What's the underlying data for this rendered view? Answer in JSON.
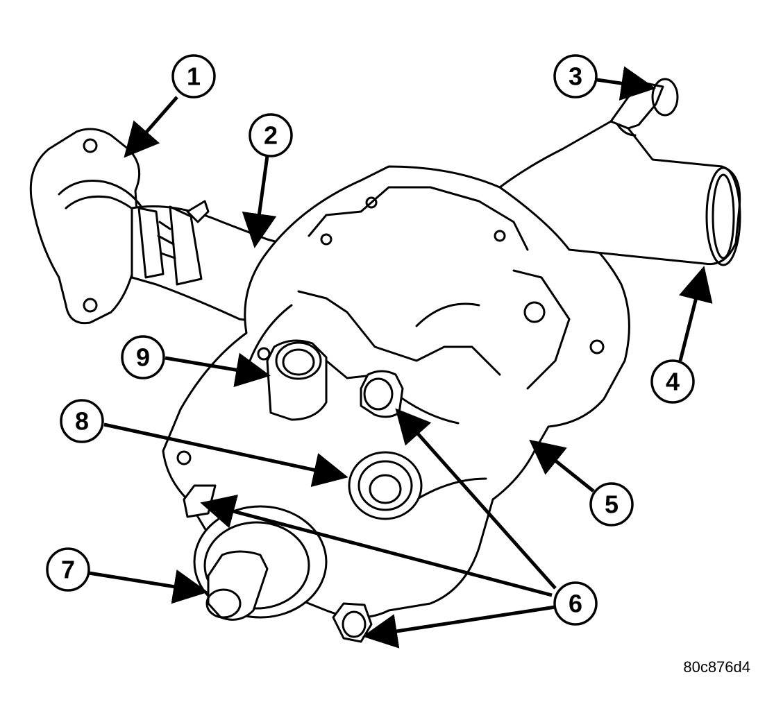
{
  "figure": {
    "code": "80c876d4"
  },
  "callouts": {
    "c1": "1",
    "c2": "2",
    "c3": "3",
    "c4": "4",
    "c5": "5",
    "c6": "6",
    "c7": "7",
    "c8": "8",
    "c9": "9"
  },
  "colors": {
    "ink": "#000000",
    "background": "#ffffff"
  }
}
